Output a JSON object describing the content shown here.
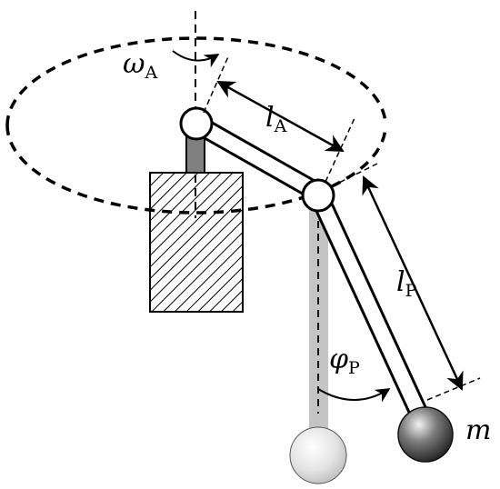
{
  "labels": {
    "omega": {
      "symbol": "ω",
      "sub": "A"
    },
    "lA": {
      "symbol": "l",
      "sub": "A"
    },
    "lP": {
      "symbol": "l",
      "sub": "P"
    },
    "phiP": {
      "symbol": "φ",
      "sub": "P"
    },
    "mass": {
      "symbol": "m"
    }
  },
  "colors": {
    "line": "#000000",
    "shaft": "#808080",
    "ghost_shaft": "#c4c4c4",
    "mass_dark": "#2a2a2a",
    "mass_light": "#e6e6e6"
  }
}
